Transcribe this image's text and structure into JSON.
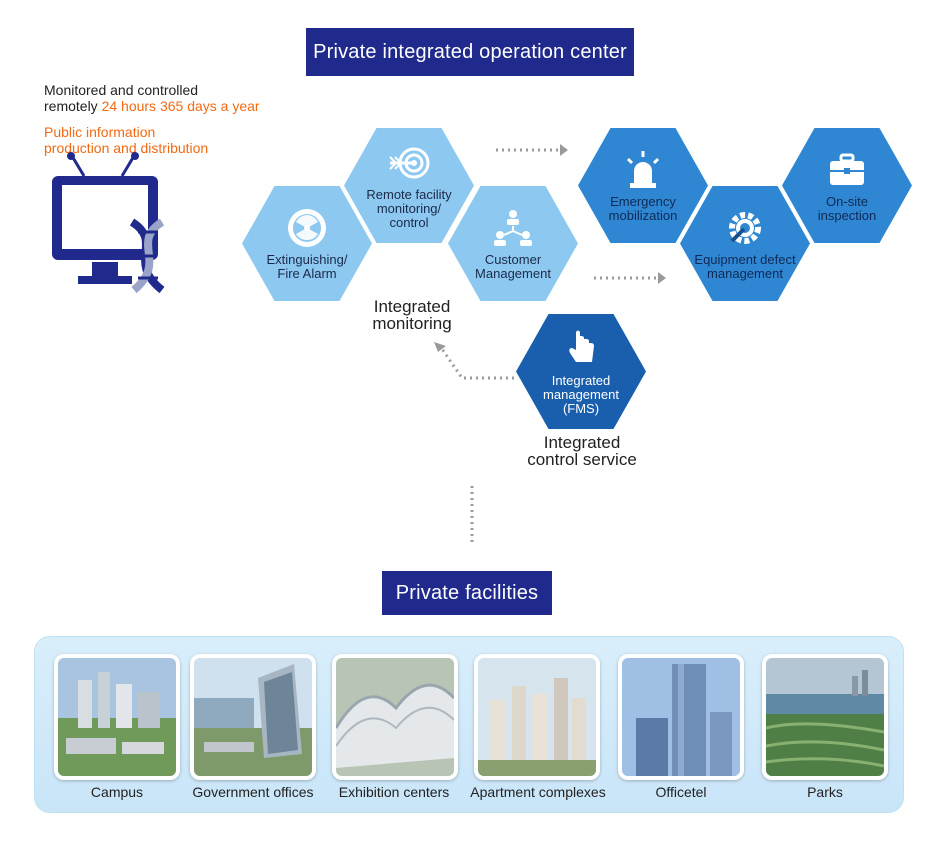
{
  "header": {
    "title": "Private integrated operation center"
  },
  "notes": {
    "line1": "Monitored and controlled",
    "line2_prefix": "remotely ",
    "line2_highlight": "24 hours 365 days a year",
    "public_info_line1": "Public information",
    "public_info_line2": "production and distribution"
  },
  "hexes": {
    "fire": "Extinguishing/\nFire Alarm",
    "remote": "Remote facility\nmonitoring/\ncontrol",
    "customer": "Customer\nManagement",
    "emergency": "Emergency\nmobilization",
    "equipment": "Equipment defect\nmanagement",
    "onsite": "On-site\ninspection",
    "fms": "Integrated\nmanagement\n(FMS)"
  },
  "labels": {
    "integrated_monitoring": "Integrated\nmonitoring",
    "integrated_control": "Integrated\ncontrol service"
  },
  "facilities": {
    "title": "Private facilities",
    "items": [
      "Campus",
      "Government offices",
      "Exhibition centers",
      "Apartment complexes",
      "Officetel",
      "Parks"
    ]
  },
  "colors": {
    "navy": "#1f2a8c",
    "orange": "#f26a12",
    "hex_light": "#8dc8f0",
    "hex_mid": "#2f87d3",
    "hex_dark": "#1a5fae"
  }
}
